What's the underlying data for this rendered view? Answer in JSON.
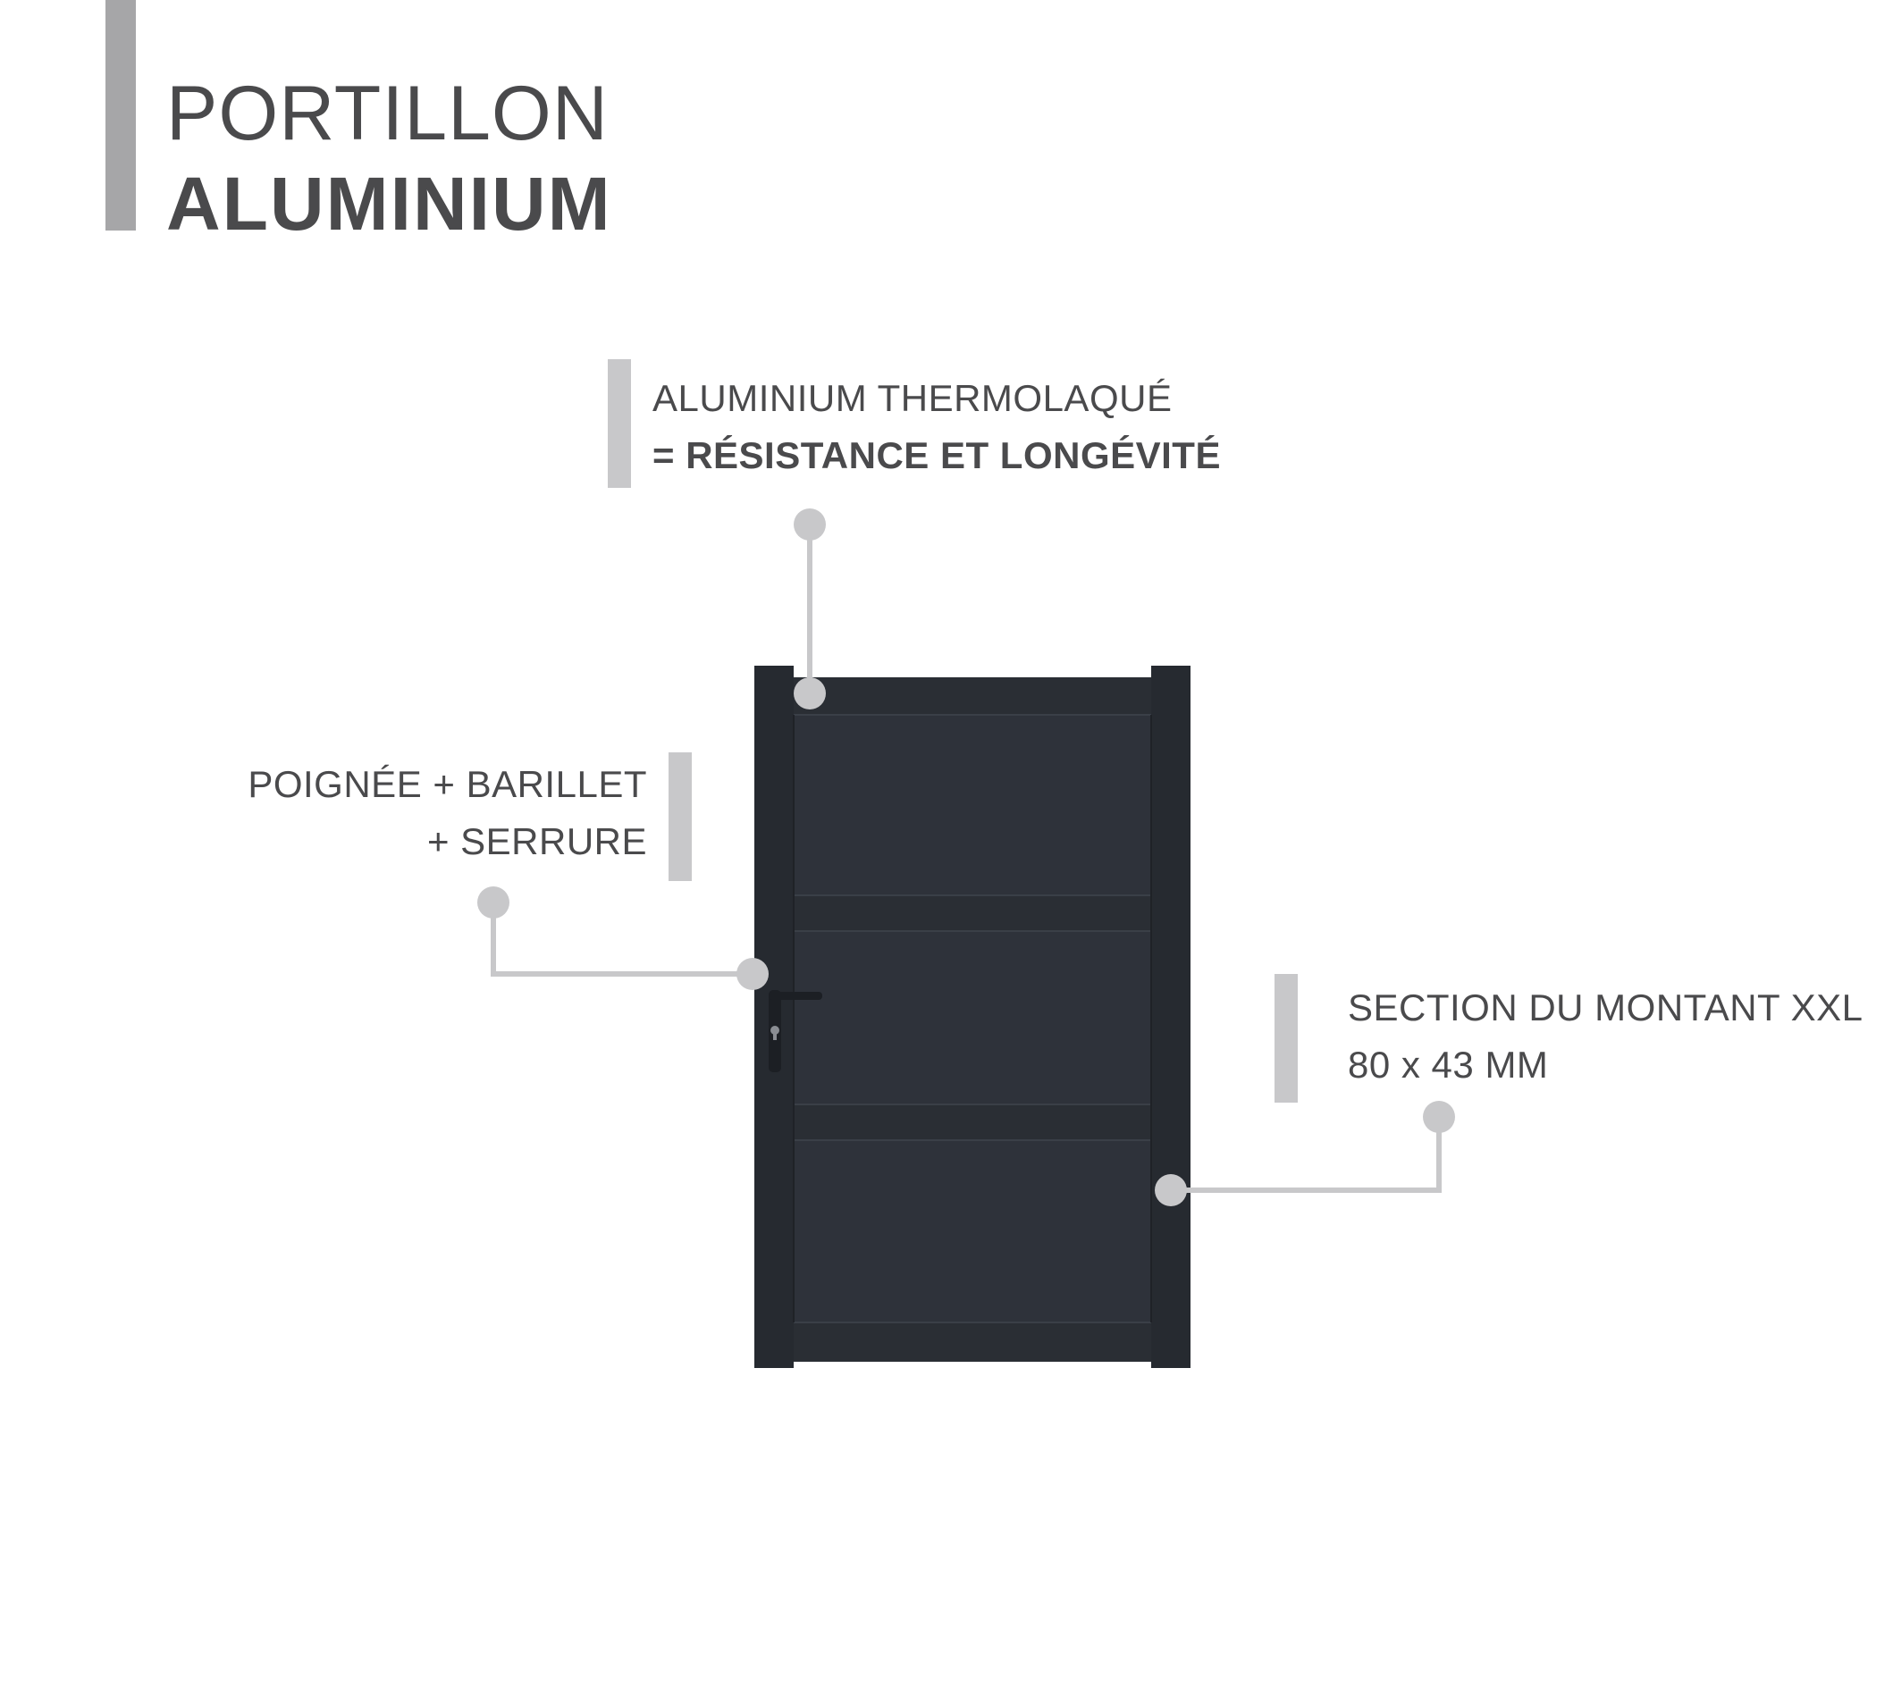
{
  "title": {
    "line1": "PORTILLON",
    "line2": "ALUMINIUM"
  },
  "callouts": {
    "top": {
      "line1": "ALUMINIUM THERMOLAQUÉ",
      "line2": "= RÉSISTANCE ET LONGÉVITÉ"
    },
    "left": {
      "line1": "POIGNÉE + BARILLET",
      "line2": "+ SERRURE"
    },
    "right": {
      "line1": "SECTION DU MONTANT XXL",
      "line2": "80 x 43 MM"
    }
  },
  "colors": {
    "gate": "#2b2f35",
    "gate_frame": "#262a30",
    "callout_bar": "#c8c8ca",
    "leader": "#c8c8ca",
    "text": "#4a4a4c",
    "title_bar": "#a6a6a8"
  }
}
